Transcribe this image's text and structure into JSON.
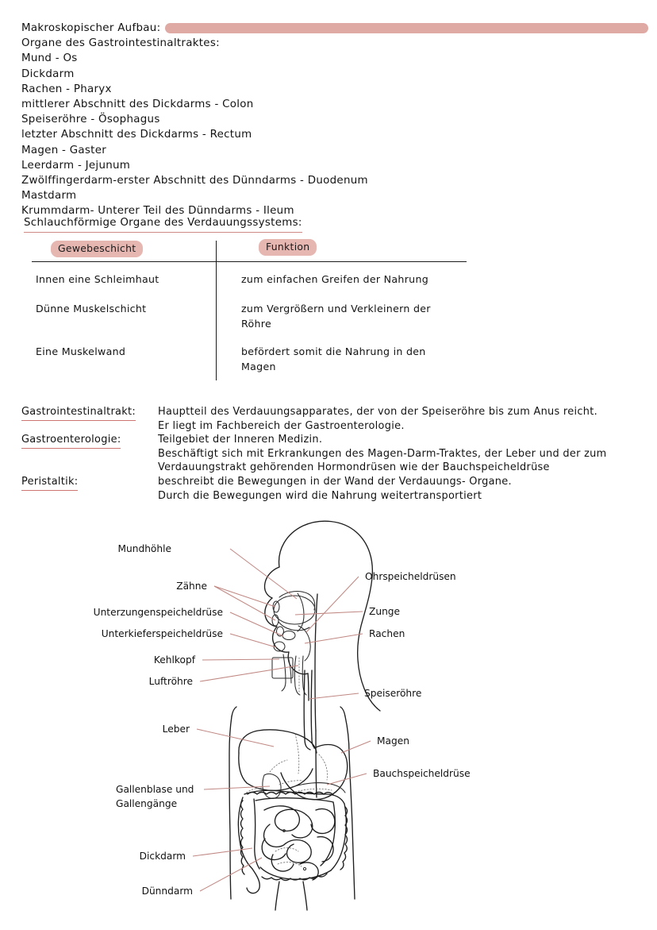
{
  "document": {
    "title_label": "Makroskopischer Aufbau:",
    "highlight_color": "#dfaaa4",
    "underline_color": "#cd7671",
    "pill_color": "#e6b6b1"
  },
  "organ_list": {
    "heading": "Organe des Gastrointestinaltraktes:",
    "items": [
      "Mund - Os",
      "Dickdarm",
      "Rachen - Pharyx",
      "mittlerer Abschnitt des Dickdarms - Colon",
      "Speiseröhre - Ösophagus",
      "letzter Abschnitt des Dickdarms - Rectum",
      "Magen - Gaster",
      "Leerdarm - Jejunum",
      "Zwölffingerdarm-erster Abschnitt des Dünndarms - Duodenum",
      "Mastdarm",
      "Krummdarm- Unterer Teil des Dünndarms - Ileum"
    ]
  },
  "table_section": {
    "heading": "Schlauchförmige Organe des Verdauungssystems:",
    "columns": [
      "Gewebeschicht",
      "Funktion"
    ],
    "rows": [
      {
        "layer": "Innen eine Schleimhaut",
        "function": "zum einfachen Greifen der Nahrung"
      },
      {
        "layer": "Dünne Muskelschicht",
        "function": "zum Vergrößern und Verkleinern der\nRöhre"
      },
      {
        "layer": "Eine Muskelwand",
        "function": "befördert somit die Nahrung in den\nMagen"
      }
    ]
  },
  "definitions": [
    {
      "term": "Gastrointestinaltrakt:",
      "lines": [
        "Hauptteil des Verdauungsapparates, der von der Speiseröhre bis zum Anus reicht.",
        "Er liegt im Fachbereich der Gastroenterologie."
      ]
    },
    {
      "term": "Gastroenterologie:",
      "lines": [
        "Teilgebiet der Inneren Medizin.",
        "Beschäftigt sich mit Erkrankungen des Magen-Darm-Traktes, der Leber und der zum",
        "Verdauungstrakt gehörenden Hormondrüsen wie der Bauchspeicheldrüse"
      ]
    },
    {
      "term": "Peristaltik:",
      "lines": [
        "beschreibt die Bewegungen in der Wand der Verdauungs- Organe.",
        "Durch die Bewegungen wird die Nahrung weitertransportiert"
      ]
    }
  ],
  "diagram": {
    "labels_left": [
      "Mundhöhle",
      "Zähne",
      "Unterzungenspeicheldrüse",
      "Unterkieferspeicheldrüse",
      "Kehlkopf",
      "Luftröhre",
      "Leber",
      "Gallenblase und",
      "Gallengänge",
      "Dickdarm",
      "Dünndarm"
    ],
    "labels_right": [
      "Ohrspeicheldrüsen",
      "Zunge",
      "Rachen",
      "Speiseröhre",
      "Magen",
      "Bauchspeicheldrüse"
    ],
    "leader_color": "#c08883"
  }
}
